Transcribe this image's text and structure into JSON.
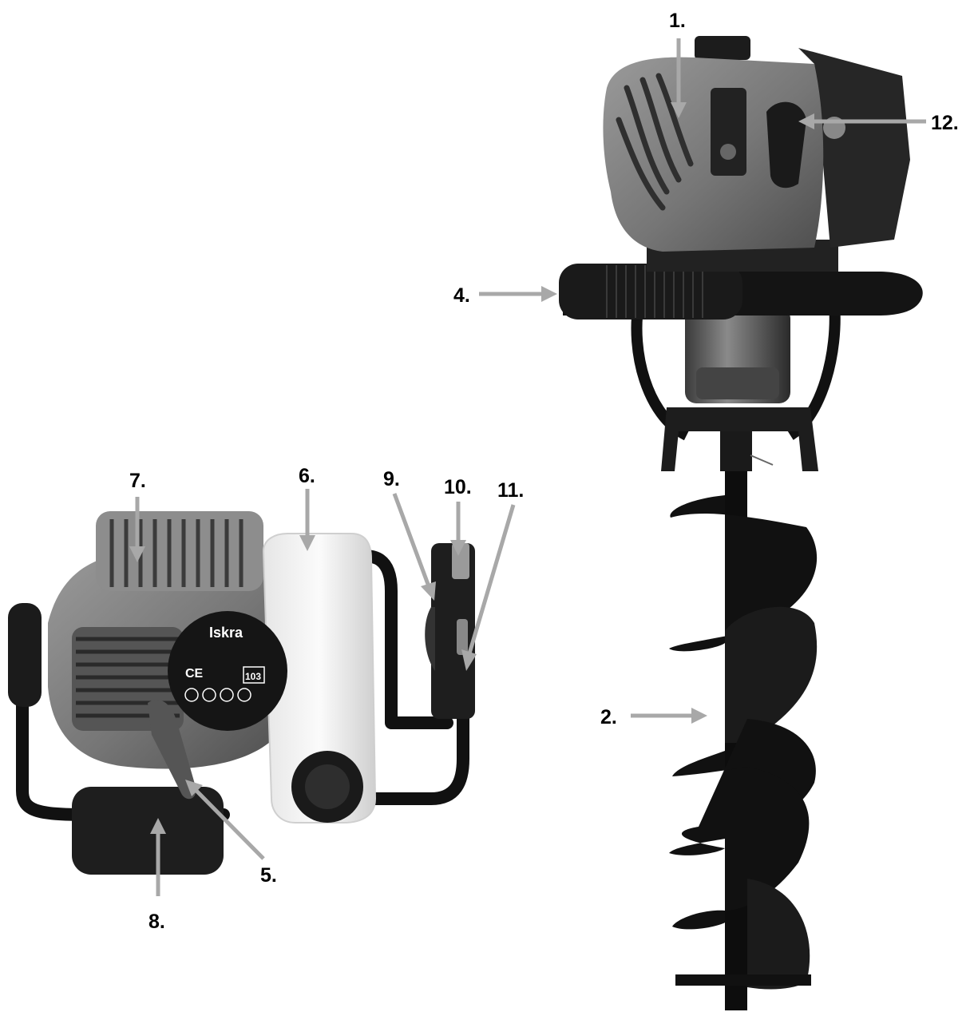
{
  "callouts": {
    "c1": "1.",
    "c2": "2.",
    "c4": "4.",
    "c5": "5.",
    "c6": "6.",
    "c7": "7.",
    "c8": "8.",
    "c9": "9.",
    "c10": "10.",
    "c11": "11.",
    "c12": "12."
  },
  "label_plate": {
    "brand": "Iskra",
    "mark_ce": "CE",
    "noise_level": "103"
  },
  "colors": {
    "arrow": "#a8a8a8",
    "label_text": "#000000",
    "engine_grey": "#7a7a7a",
    "tank_white": "#f2f2f2",
    "frame_black": "#111111"
  }
}
